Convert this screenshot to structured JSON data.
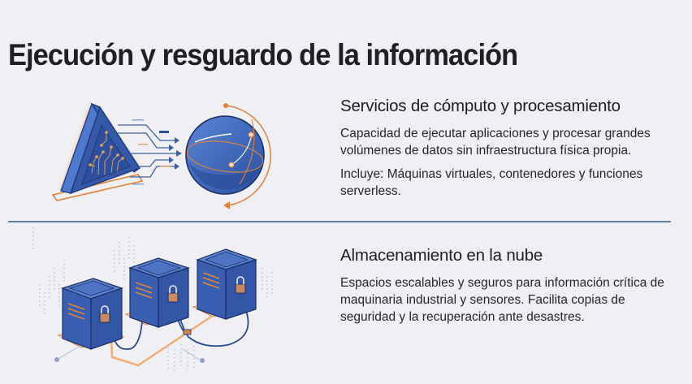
{
  "page": {
    "title": "Ejecución y resguardo de la información"
  },
  "sections": [
    {
      "title": "Servicios de cómputo y procesamiento",
      "paragraphs": [
        "Capacidad de ejecutar aplicaciones y procesar grandes volúmenes de datos sin infraestructura física propia.",
        "Incluye: Máquinas virtuales, contenedores y funciones serverless."
      ],
      "illustration": "compute-illustration"
    },
    {
      "title": "Almacenamiento en la nube",
      "paragraphs": [
        "Espacios escalables y seguros para información crítica de maquinaria industrial y sensores. Facilita copias de seguridad y la recuperación ante desastres."
      ],
      "illustration": "storage-illustration"
    }
  ],
  "colors": {
    "background": "#f0f0f4",
    "primary_blue": "#3d63b5",
    "dark_blue": "#1f3a7a",
    "accent_orange": "#e0823a",
    "divider": "#5f7f9e",
    "text": "#202024"
  }
}
